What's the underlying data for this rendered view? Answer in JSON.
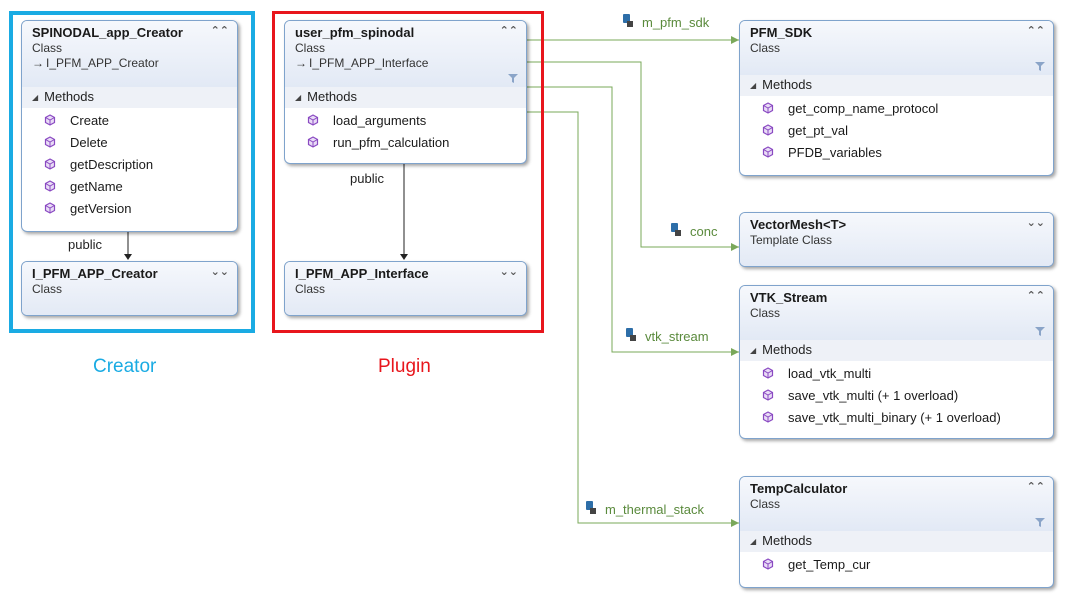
{
  "colors": {
    "creator_frame": "#1aabe3",
    "plugin_frame": "#e8161c",
    "association_line": "#7aa85a",
    "field_label": "#5a8a3c",
    "method_icon": "#8a4ac2",
    "box_border": "#7fa3cc"
  },
  "creator": {
    "caption": "Creator",
    "spinodal_app_creator": {
      "title": "SPINODAL_app_Creator",
      "kind": "Class",
      "implements": "I_PFM_APP_Creator",
      "section": "Methods",
      "methods": [
        "Create",
        "Delete",
        "getDescription",
        "getName",
        "getVersion"
      ]
    },
    "inheritance_label": "public",
    "i_pfm_app_creator": {
      "title": "I_PFM_APP_Creator",
      "kind": "Class"
    }
  },
  "plugin": {
    "caption": "Plugin",
    "user_pfm_spinodal": {
      "title": "user_pfm_spinodal",
      "kind": "Class",
      "implements": "I_PFM_APP_Interface",
      "section": "Methods",
      "methods": [
        "load_arguments",
        "run_pfm_calculation"
      ]
    },
    "inheritance_label": "public",
    "i_pfm_app_interface": {
      "title": "I_PFM_APP_Interface",
      "kind": "Class"
    }
  },
  "pfm_sdk": {
    "title": "PFM_SDK",
    "kind": "Class",
    "section": "Methods",
    "methods": [
      "get_comp_name_protocol",
      "get_pt_val",
      "PFDB_variables"
    ]
  },
  "vectormesh": {
    "title": "VectorMesh<T>",
    "kind": "Template Class"
  },
  "vtk_stream": {
    "title": "VTK_Stream",
    "kind": "Class",
    "section": "Methods",
    "methods": [
      "load_vtk_multi",
      "save_vtk_multi (+ 1 overload)",
      "save_vtk_multi_binary (+ 1 overload)"
    ]
  },
  "tempcalculator": {
    "title": "TempCalculator",
    "kind": "Class",
    "section": "Methods",
    "methods": [
      "get_Temp_cur"
    ]
  },
  "associations": {
    "m_pfm_sdk": "m_pfm_sdk",
    "conc": "conc",
    "vtk_stream": "vtk_stream",
    "m_thermal_stack": "m_thermal_stack"
  },
  "icons": {
    "collapse": "double-chevron-up-icon",
    "expand": "double-chevron-down-icon",
    "method": "method-cube-icon",
    "field": "field-lock-icon",
    "filter": "filter-icon"
  }
}
